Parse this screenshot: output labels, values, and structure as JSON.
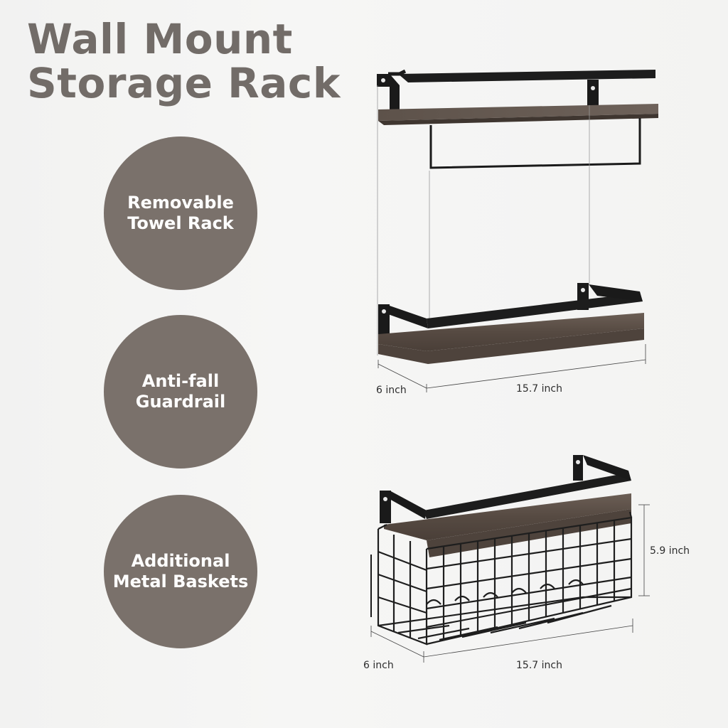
{
  "title": {
    "line1": "Wall Mount",
    "line2": "Storage Rack"
  },
  "features": [
    {
      "label": "Removable\nTowel Rack"
    },
    {
      "label": "Anti-fall\nGuardrail"
    },
    {
      "label": "Additional\nMetal Baskets"
    }
  ],
  "dimensions": {
    "middle_depth": "6 inch",
    "middle_width": "15.7 inch",
    "bottom_height": "5.9 inch",
    "bottom_depth": "6 inch",
    "bottom_width": "15.7 inch"
  },
  "colors": {
    "circle": "#7a716b",
    "title": "#726c68",
    "wood": "#5b4f47",
    "metal": "#1a1a1a"
  }
}
